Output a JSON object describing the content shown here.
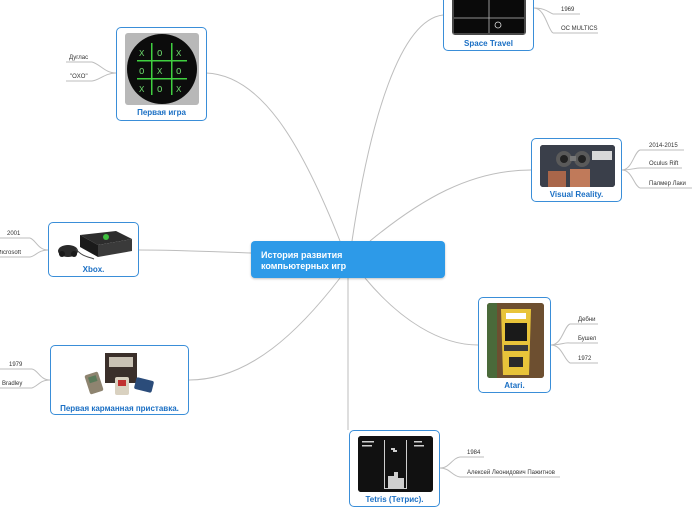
{
  "center": {
    "title_line1": "История развития",
    "title_line2": "компьютерных игр"
  },
  "nodes": {
    "first_game": {
      "title": "Первая игра",
      "leaves": [
        "Дуглас",
        "\"OXO\""
      ]
    },
    "space_travel": {
      "title": "Space Travel",
      "leaves": [
        "1969",
        "ОС MULTICS"
      ]
    },
    "vr": {
      "title": "Visual Reality.",
      "leaves": [
        "2014-2015",
        "Oculus Rift",
        "Палмер Лаки"
      ]
    },
    "xbox": {
      "title": "Xbox.",
      "leaves": [
        "2001",
        "Microsoft"
      ]
    },
    "handheld": {
      "title": "Первая карманная приставка.",
      "leaves": [
        "1979",
        "Bradley"
      ]
    },
    "atari": {
      "title": "Atari.",
      "leaves": [
        "Дебни",
        "Бушел",
        "1972"
      ]
    },
    "tetris": {
      "title": "Tetris (Тетрис).",
      "leaves": [
        "1984",
        "Алексей Леонидович Пажитнов"
      ]
    }
  },
  "images": {
    "first_game": "oxo-grid-image",
    "space_travel": "space-travel-screen-image",
    "vr": "vr-headset-photo",
    "xbox": "xbox-console-photo",
    "handheld": "handheld-console-photo",
    "atari": "arcade-cabinet-photo",
    "tetris": "tetris-screen-image"
  },
  "colors": {
    "accent": "#2d9ae8",
    "border": "#3a8ed8",
    "title": "#1a6fc4",
    "connector": "#b8b8b8"
  }
}
